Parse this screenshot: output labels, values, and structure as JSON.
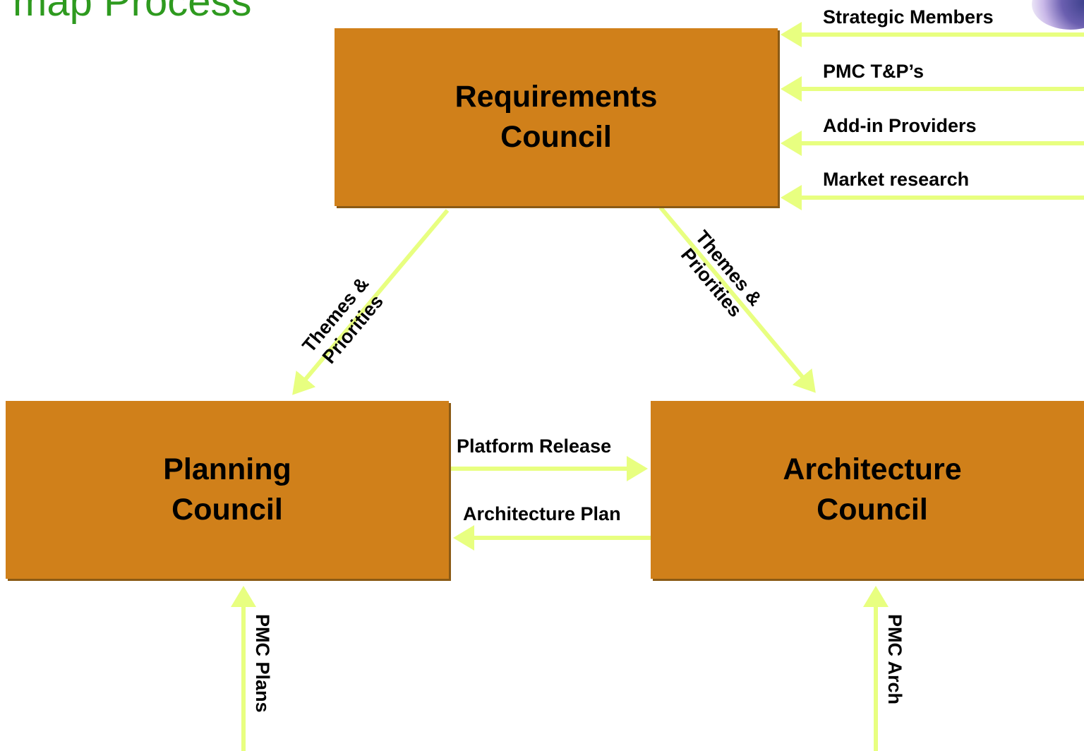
{
  "title": "map Process",
  "colors": {
    "box": "#d0801a",
    "arrow": "#e8ff80",
    "title": "#2e9a1f"
  },
  "councils": {
    "requirements": {
      "line1": "Requirements",
      "line2": "Council"
    },
    "planning": {
      "line1": "Planning",
      "line2": "Council"
    },
    "architecture": {
      "line1": "Architecture",
      "line2": "Council"
    }
  },
  "inputs": [
    "Strategic Members",
    "PMC T&P’s",
    "Add-in Providers",
    "Market research"
  ],
  "flows": {
    "left_diag": {
      "line1": "Themes &",
      "line2": "Priorities"
    },
    "right_diag": {
      "line1": "Themes &",
      "line2": "Priorities"
    },
    "platform_release": "Platform Release",
    "architecture_plan": "Architecture Plan",
    "pmc_plans": "PMC Plans",
    "pmc_arch": "PMC Arch"
  }
}
